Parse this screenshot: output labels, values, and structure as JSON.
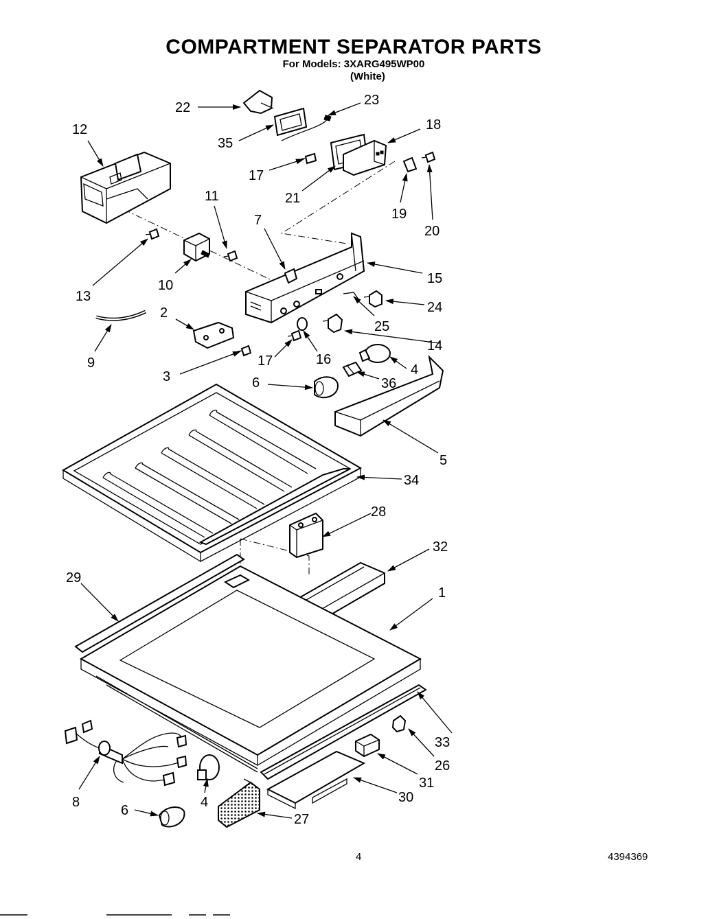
{
  "header": {
    "title": "COMPARTMENT SEPARATOR PARTS",
    "models": "For Models: 3XARG495WP00",
    "color": "(White)"
  },
  "footer": {
    "page": "4",
    "doc_number": "4394369"
  },
  "callouts": [
    {
      "id": "c22",
      "label": "22"
    },
    {
      "id": "c23",
      "label": "23"
    },
    {
      "id": "c35",
      "label": "35"
    },
    {
      "id": "c18",
      "label": "18"
    },
    {
      "id": "c12",
      "label": "12"
    },
    {
      "id": "c17a",
      "label": "17"
    },
    {
      "id": "c21",
      "label": "21"
    },
    {
      "id": "c19",
      "label": "19"
    },
    {
      "id": "c20",
      "label": "20"
    },
    {
      "id": "c11",
      "label": "11"
    },
    {
      "id": "c7",
      "label": "7"
    },
    {
      "id": "c15",
      "label": "15"
    },
    {
      "id": "c13",
      "label": "13"
    },
    {
      "id": "c10",
      "label": "10"
    },
    {
      "id": "c24",
      "label": "24"
    },
    {
      "id": "c25",
      "label": "25"
    },
    {
      "id": "c2",
      "label": "2"
    },
    {
      "id": "c9",
      "label": "9"
    },
    {
      "id": "c14",
      "label": "14"
    },
    {
      "id": "c17b",
      "label": "17"
    },
    {
      "id": "c16",
      "label": "16"
    },
    {
      "id": "c3",
      "label": "3"
    },
    {
      "id": "c4a",
      "label": "4"
    },
    {
      "id": "c6a",
      "label": "6"
    },
    {
      "id": "c36",
      "label": "36"
    },
    {
      "id": "c5",
      "label": "5"
    },
    {
      "id": "c34",
      "label": "34"
    },
    {
      "id": "c28",
      "label": "28"
    },
    {
      "id": "c32",
      "label": "32"
    },
    {
      "id": "c29",
      "label": "29"
    },
    {
      "id": "c1",
      "label": "1"
    },
    {
      "id": "c33",
      "label": "33"
    },
    {
      "id": "c26",
      "label": "26"
    },
    {
      "id": "c8",
      "label": "8"
    },
    {
      "id": "c31",
      "label": "31"
    },
    {
      "id": "c30",
      "label": "30"
    },
    {
      "id": "c6b",
      "label": "6"
    },
    {
      "id": "c4b",
      "label": "4"
    },
    {
      "id": "c27",
      "label": "27"
    }
  ]
}
